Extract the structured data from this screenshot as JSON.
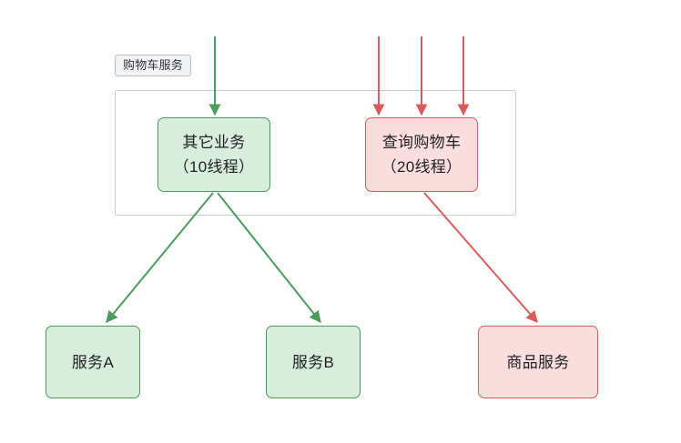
{
  "diagram": {
    "type": "flowchart",
    "title_label": "购物车服务",
    "subgraph": {
      "name": "cart-service-subgraph",
      "label": "购物车服务"
    },
    "nodes": [
      {
        "id": "other-biz",
        "lines": [
          "其它业务",
          "（10线程）"
        ],
        "line1": "其它业务",
        "line2": "（10线程）",
        "color": "green",
        "fill": "#d8eedc",
        "stroke": "#4a9c5d",
        "inside_subgraph": true
      },
      {
        "id": "query-cart",
        "lines": [
          "查询购物车",
          "（20线程）"
        ],
        "line1": "查询购物车",
        "line2": "（20线程）",
        "color": "red",
        "fill": "#fadddd",
        "stroke": "#d85c5c",
        "inside_subgraph": true
      },
      {
        "id": "service-a",
        "line1": "服务A",
        "color": "green",
        "fill": "#d8eedc",
        "stroke": "#4a9c5d",
        "inside_subgraph": false
      },
      {
        "id": "service-b",
        "line1": "服务B",
        "color": "green",
        "fill": "#d8eedc",
        "stroke": "#4a9c5d",
        "inside_subgraph": false
      },
      {
        "id": "product-service",
        "line1": "商品服务",
        "color": "red",
        "fill": "#fadddd",
        "stroke": "#d85c5c",
        "inside_subgraph": false
      }
    ],
    "inbound_arrows": [
      {
        "id": "inbound-green-1",
        "color": "#4a9c5d",
        "target": "other-biz"
      },
      {
        "id": "inbound-red-1",
        "color": "#d85c5c",
        "target": "query-cart"
      },
      {
        "id": "inbound-red-2",
        "color": "#d85c5c",
        "target": "query-cart"
      },
      {
        "id": "inbound-red-3",
        "color": "#d85c5c",
        "target": "query-cart"
      }
    ],
    "edges": [
      {
        "id": "edge-other-biz-to-service-a",
        "from": "other-biz",
        "to": "service-a",
        "color": "#4a9c5d"
      },
      {
        "id": "edge-other-biz-to-service-b",
        "from": "other-biz",
        "to": "service-b",
        "color": "#4a9c5d"
      },
      {
        "id": "edge-query-cart-to-product-service",
        "from": "query-cart",
        "to": "product-service",
        "color": "#d85c5c"
      }
    ],
    "colors": {
      "green_fill": "#d8eedc",
      "green_stroke": "#4a9c5d",
      "red_fill": "#fadddd",
      "red_stroke": "#d85c5c",
      "subgraph_border": "#c9ccd1",
      "subgraph_label_bg": "#f2f3f5",
      "background": "#ffffff",
      "text": "#1f1f23"
    }
  }
}
